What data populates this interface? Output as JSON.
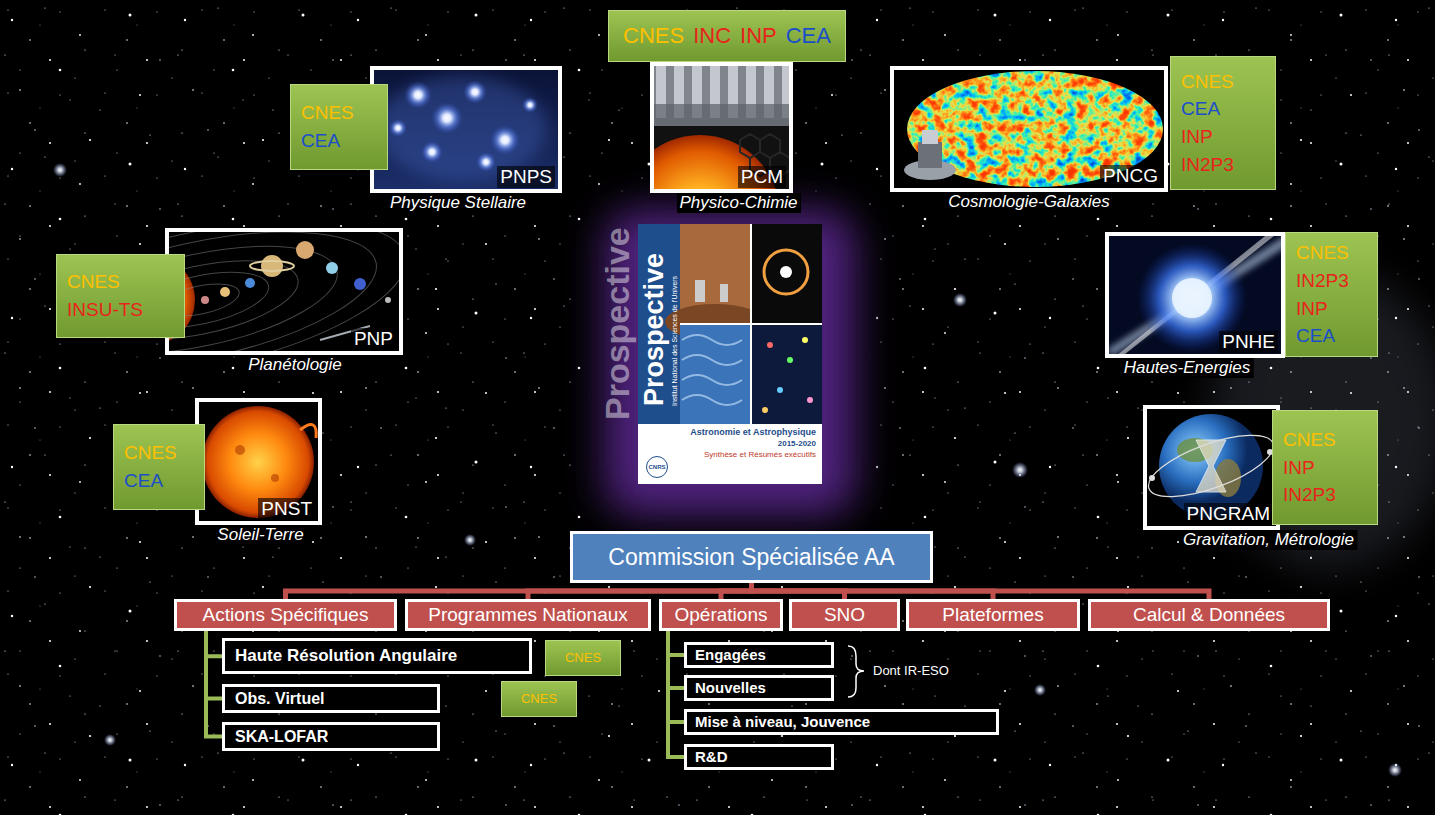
{
  "diagram": {
    "nodes": [
      {
        "text": [
          "CNES",
          "INC",
          "INP",
          "CEA"
        ]
      },
      {
        "text": [
          "CNES",
          "CEA"
        ]
      },
      {
        "text": [
          "PNPS",
          "Physique Stellaire"
        ]
      },
      {
        "text": [
          "PCM",
          "Physico-Chimie"
        ]
      },
      {
        "text": [
          "PNCG",
          "Cosmologie-Galaxies"
        ]
      },
      {
        "text": [
          "CNES",
          "CEA",
          "INP",
          "IN2P3"
        ]
      },
      {
        "text": [
          "Prospective",
          "Institut National des Sciences de l'Univers",
          "Astronomie et Astrophysique",
          "2015-2020",
          "Synthèse et Résumés exécutifs",
          "CNRS"
        ]
      },
      {
        "text": [
          "CNES",
          "INSU-TS"
        ]
      },
      {
        "text": [
          "PNP",
          "Planétologie"
        ]
      },
      {
        "text": [
          "PNHE",
          "Hautes-Energies"
        ]
      },
      {
        "text": [
          "CNES",
          "IN2P3",
          "INP",
          "CEA"
        ]
      },
      {
        "text": [
          "PNST",
          "Soleil-Terre"
        ]
      },
      {
        "text": [
          "CNES",
          "CEA"
        ]
      },
      {
        "text": [
          "PNGRAM",
          "Gravitation, Métrologie"
        ]
      },
      {
        "text": [
          "CNES",
          "INP",
          "IN2P3"
        ]
      },
      {
        "text": [
          "Commission Spécialisée AA"
        ]
      },
      {
        "text": [
          "Actions Spécifiques"
        ]
      },
      {
        "text": [
          "Programmes Nationaux"
        ]
      },
      {
        "text": [
          "Opérations"
        ]
      },
      {
        "text": [
          "SNO"
        ]
      },
      {
        "text": [
          "Plateformes"
        ]
      },
      {
        "text": [
          "Calcul & Données"
        ]
      },
      {
        "text": [
          "Haute Résolution Angulaire"
        ]
      },
      {
        "text": [
          "CNES"
        ]
      },
      {
        "text": [
          "Obs. Virtuel"
        ]
      },
      {
        "text": [
          "CNES"
        ]
      },
      {
        "text": [
          "SKA-LOFAR"
        ]
      },
      {
        "text": [
          "Engagées"
        ]
      },
      {
        "text": [
          "Nouvelles"
        ]
      },
      {
        "text": [
          "Mise à niveau, Jouvence"
        ]
      },
      {
        "text": [
          "R&D"
        ]
      }
    ],
    "edges": [
      {
        "from": 15,
        "to": 16,
        "arrow": "none"
      },
      {
        "from": 15,
        "to": 17,
        "arrow": "none"
      },
      {
        "from": 15,
        "to": 18,
        "arrow": "none"
      },
      {
        "from": 15,
        "to": 19,
        "arrow": "none"
      },
      {
        "from": 15,
        "to": 20,
        "arrow": "none"
      },
      {
        "from": 15,
        "to": 21,
        "arrow": "none"
      },
      {
        "from": 16,
        "to": 22,
        "arrow": "none"
      },
      {
        "from": 16,
        "to": 24,
        "arrow": "none"
      },
      {
        "from": 16,
        "to": 26,
        "arrow": "none"
      },
      {
        "from": 18,
        "to": 27,
        "arrow": "none"
      },
      {
        "from": 18,
        "to": 28,
        "arrow": "none"
      },
      {
        "from": 18,
        "to": 29,
        "arrow": "none"
      },
      {
        "from": 18,
        "to": 30,
        "arrow": "none"
      }
    ],
    "labels": [
      "Prospective",
      "Dont IR-ESO"
    ]
  }
}
